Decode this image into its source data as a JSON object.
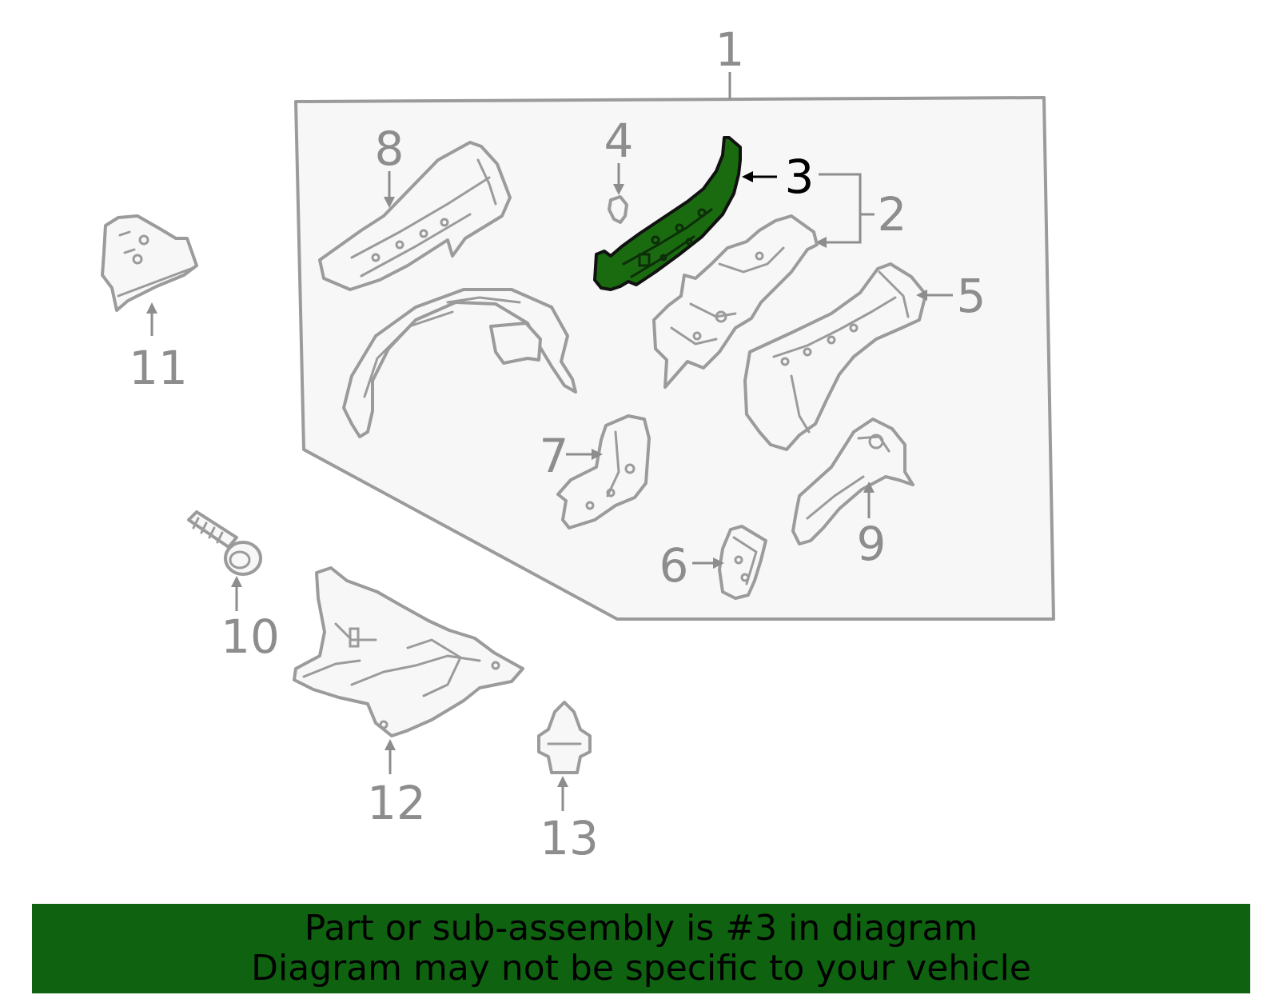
{
  "diagram": {
    "callouts": {
      "c1": "1",
      "c2": "2",
      "c3": "3",
      "c4": "4",
      "c5": "5",
      "c6": "6",
      "c7": "7",
      "c8": "8",
      "c9": "9",
      "c10": "10",
      "c11": "11",
      "c12": "12",
      "c13": "13"
    },
    "highlighted_part": "3",
    "colors": {
      "highlight_fill": "#1a6b10",
      "banner_background": "#0f6310",
      "assembly_panel": "#f7f7f7",
      "line_gray": "#9b9b9b"
    }
  },
  "banner": {
    "line1": "Part or sub-assembly is #3 in diagram",
    "line2": "Diagram may not be specific to your vehicle"
  }
}
